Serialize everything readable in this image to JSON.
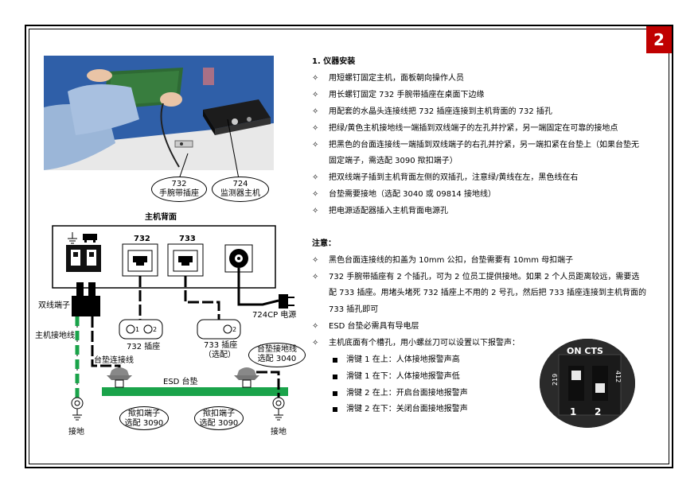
{
  "page_number": "2",
  "photo_callouts": [
    {
      "code": "732",
      "label": "手腕带插座"
    },
    {
      "code": "724",
      "label": "监测器主机"
    }
  ],
  "diagram": {
    "back_panel_title": "主机背面",
    "port_732": "732",
    "port_733": "733",
    "dual_terminal": "双线端子",
    "main_ground_wire": "主机接地线",
    "mat_connect_wire": "台垫连接线",
    "socket_732": "732 插座",
    "socket_733": [
      "733 插座",
      "（选配）"
    ],
    "power": "724CP 电源",
    "mat_ground_wire": [
      "台垫接地线",
      "选配 3040"
    ],
    "esd_mat": "ESD 台垫",
    "snap_left": [
      "揿扣端子",
      "选配 3090"
    ],
    "snap_right": [
      "揿扣端子",
      "选配 3090"
    ],
    "ground_left": "接地",
    "ground_right": "接地",
    "socket_hole_1": "1",
    "socket_hole_2": "2",
    "socket_hole_733": "2"
  },
  "install": {
    "heading": "1.  仪器安装",
    "items": [
      "用短螺钉固定主机，面板朝向操作人员",
      "用长螺钉固定 732 手腕带插座在桌面下边缘",
      "用配套的水晶头连接线把 732 插座连接到主机背面的 732 插孔",
      "把绿/黄色主机接地线一端插到双线端子的左孔并拧紧，另一端固定在可靠的接地点",
      "把黑色的台面连接线一端插到双线端子的右孔并拧紧，另一端扣紧在台垫上（如果台垫无",
      "固定端子，需选配 3090 揿扣端子）",
      "把双线端子插到主机背面左侧的双插孔，注意绿/黄线在左，黑色线在右",
      "台垫需要接地（选配 3040 或 09814 接地线）",
      "把电源适配器插入主机背面电源孔"
    ]
  },
  "notes": {
    "heading": "注意：",
    "items": [
      "黑色台面连接线的扣盖为 10mm 公扣，台垫需要有 10mm 母扣端子",
      "732 手腕带插座有 2 个插孔，可为 2 位员工提供接地。如果 2 个人员距离较远，需要选",
      "配 733 插座。用堵头堵死 732 插座上不用的 2 号孔，然后把 733 插座连接到主机背面的",
      "733 插孔即可",
      "ESD 台垫必需具有导电层",
      "主机底面有个槽孔，用小螺丝刀可以设置以下报警声："
    ],
    "sub_items": [
      "滑键 1 在上：人体接地报警声高",
      "滑键 1 在下：人体接地报警声低",
      "滑键 2 在上：开启台面接地报警声",
      "滑键 2 在下：关闭台面接地报警声"
    ]
  },
  "dip_switch": {
    "label": "ON CTS",
    "left_side": "219",
    "right_side": "412",
    "num1": "1",
    "num2": "2"
  },
  "bullet_symbol": "✧"
}
